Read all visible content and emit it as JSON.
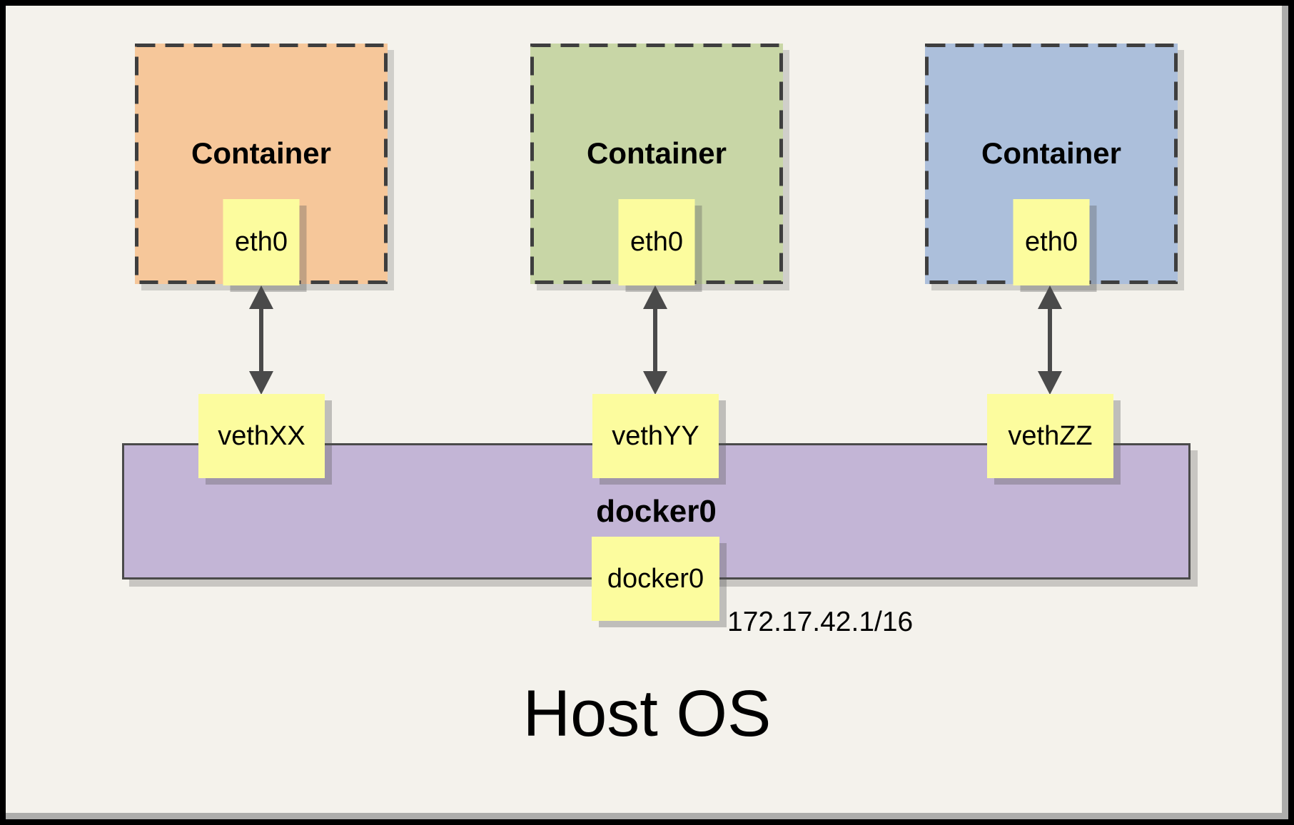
{
  "colors": {
    "background": "#F4F2EC",
    "frame_border": "#000000",
    "dashed_border": "#3E3E3E",
    "arrow": "#4A4A4A",
    "interface_fill": "#FCFC9E",
    "bridge_fill": "#C3B5D6"
  },
  "containers": [
    {
      "title": "Container",
      "fill": "#F6C79A",
      "eth_label": "eth0",
      "veth_label": "vethXX"
    },
    {
      "title": "Container",
      "fill": "#C8D6A6",
      "eth_label": "eth0",
      "veth_label": "vethYY"
    },
    {
      "title": "Container",
      "fill": "#ACBFDB",
      "eth_label": "eth0",
      "veth_label": "vethZZ"
    }
  ],
  "bridge": {
    "name": "docker0",
    "interface_label": "docker0",
    "ip_address": "172.17.42.1/16"
  },
  "host": {
    "title": "Host OS"
  }
}
